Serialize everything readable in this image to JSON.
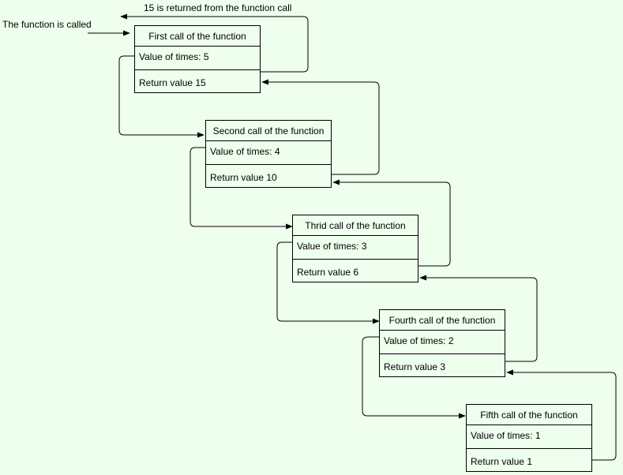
{
  "annotations": {
    "entry": "The function is called",
    "result": "15 is returned from the function call"
  },
  "frames": [
    {
      "title": "First call of the function",
      "times": "Value of times: 5",
      "ret": "Return value 15"
    },
    {
      "title": "Second call of the function",
      "times": "Value of times: 4",
      "ret": "Return value 10"
    },
    {
      "title": "Thrid call of the function",
      "times": "Value of times: 3",
      "ret": "Return value 6"
    },
    {
      "title": "Fourth call of the function",
      "times": "Value of times: 2",
      "ret": "Return value 3"
    },
    {
      "title": "Fifth call of the function",
      "times": "Value of times: 1",
      "ret": "Return value 1"
    }
  ]
}
